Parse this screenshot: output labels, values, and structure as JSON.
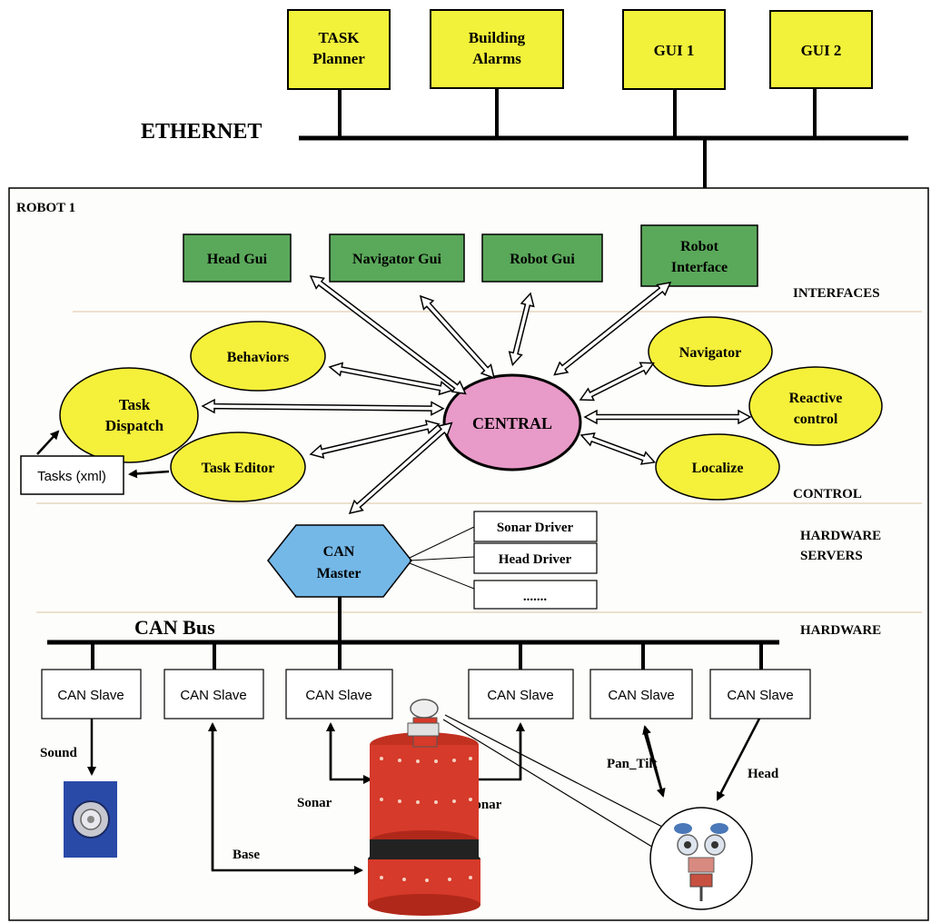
{
  "top": {
    "boxes": [
      {
        "line1": "TASK",
        "line2": "Planner"
      },
      {
        "line1": "Building",
        "line2": "Alarms"
      },
      {
        "line1": "GUI 1",
        "line2": ""
      },
      {
        "line1": "GUI 2",
        "line2": ""
      }
    ],
    "ethernet_label": "ETHERNET"
  },
  "robot": {
    "title": "ROBOT 1",
    "interfaces": [
      {
        "line1": "Head Gui",
        "line2": ""
      },
      {
        "line1": "Navigator Gui",
        "line2": ""
      },
      {
        "line1": "Robot Gui",
        "line2": ""
      },
      {
        "line1": "Robot",
        "line2": "Interface"
      }
    ],
    "layer_labels": {
      "interfaces": "INTERFACES",
      "control": "CONTROL",
      "hw_servers_1": "HARDWARE",
      "hw_servers_2": "SERVERS",
      "hardware": "HARDWARE"
    },
    "modules": {
      "behaviors": "Behaviors",
      "task_dispatch_1": "Task",
      "task_dispatch_2": "Dispatch",
      "task_editor": "Task Editor",
      "central": "CENTRAL",
      "navigator": "Navigator",
      "reactive_1": "Reactive",
      "reactive_2": "control",
      "localize": "Localize"
    },
    "tasks_xml": "Tasks (xml)",
    "can_master_1": "CAN",
    "can_master_2": "Master",
    "drivers": [
      "Sonar Driver",
      "Head Driver",
      "......."
    ],
    "can_bus": "CAN Bus",
    "can_slaves": [
      "CAN Slave",
      "CAN Slave",
      "CAN Slave",
      "CAN Slave",
      "CAN Slave",
      "CAN Slave"
    ],
    "device_labels": {
      "sound": "Sound",
      "sonar_left": "Sonar",
      "sonar_right": "Sonar",
      "base": "Base",
      "pan_tilt": "Pan_Tilt",
      "head": "Head"
    }
  },
  "colors": {
    "top_box": "#f2f23a",
    "interface_box": "#5aa85a",
    "module_ellipse": "#f5f03a",
    "central": "#e89ac8",
    "can_master": "#74b8e8",
    "robot_body": "#d63a2a"
  }
}
